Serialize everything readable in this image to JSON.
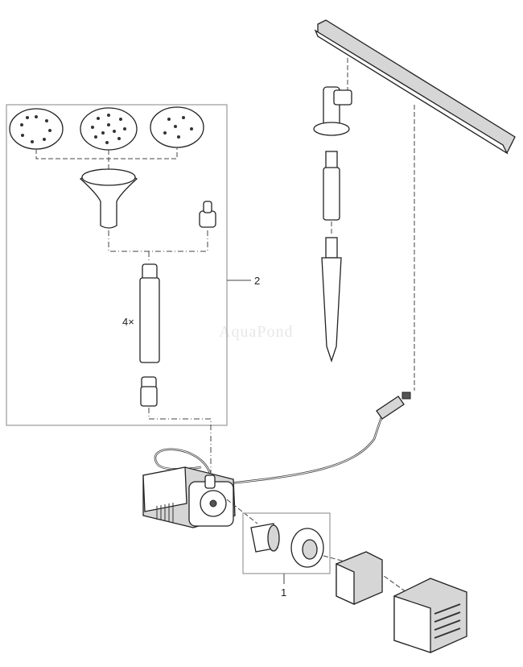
{
  "diagram": {
    "watermark": "AquaPond",
    "labels": {
      "nozzle_set": "2",
      "quantity": "4×",
      "pump_impeller_set": "1"
    },
    "colors": {
      "line": "#222222",
      "box": "#999999",
      "panel_fill": "#d6d6d6"
    }
  }
}
